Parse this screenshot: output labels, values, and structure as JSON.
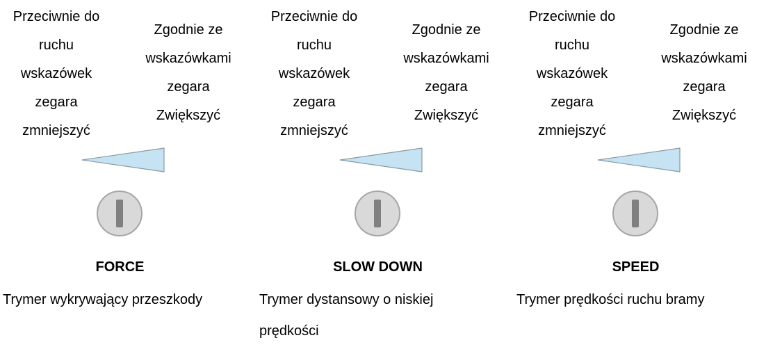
{
  "panels": [
    {
      "ccw_lines": [
        "Przeciwnie do",
        "ruchu",
        "wskazówek",
        "zegara",
        "zmniejszyć"
      ],
      "cw_lines": [
        "Zgodnie ze",
        "wskazówkami",
        "zegara",
        "Zwiększyć"
      ],
      "title": "FORCE",
      "description_lines": [
        "Trymer wykrywający przeszkody"
      ]
    },
    {
      "ccw_lines": [
        "Przeciwnie do",
        "ruchu",
        "wskazówek",
        "zegara",
        "zmniejszyć"
      ],
      "cw_lines": [
        "Zgodnie ze",
        "wskazówkami",
        "zegara",
        "Zwiększyć"
      ],
      "title": "SLOW DOWN",
      "description_lines": [
        "Trymer dystansowy o niskiej",
        "prędkości"
      ]
    },
    {
      "ccw_lines": [
        "Przeciwnie do",
        "ruchu",
        "wskazówek",
        "zegara",
        "zmniejszyć"
      ],
      "cw_lines": [
        "Zgodnie ze",
        "wskazówkami",
        "zegara",
        "Zwiększyć"
      ],
      "title": "SPEED",
      "description_lines": [
        "Trymer prędkości ruchu bramy"
      ]
    }
  ],
  "colors": {
    "wedge_fill": "#c5e3f2",
    "wedge_stroke": "#8a9aa3",
    "knob_fill": "#d9d9d9",
    "knob_stroke": "#a6a6a6",
    "slot_fill": "#808080"
  },
  "icons": {
    "wedge": "adjustment-wedge-icon",
    "knob": "trimmer-knob-icon"
  }
}
